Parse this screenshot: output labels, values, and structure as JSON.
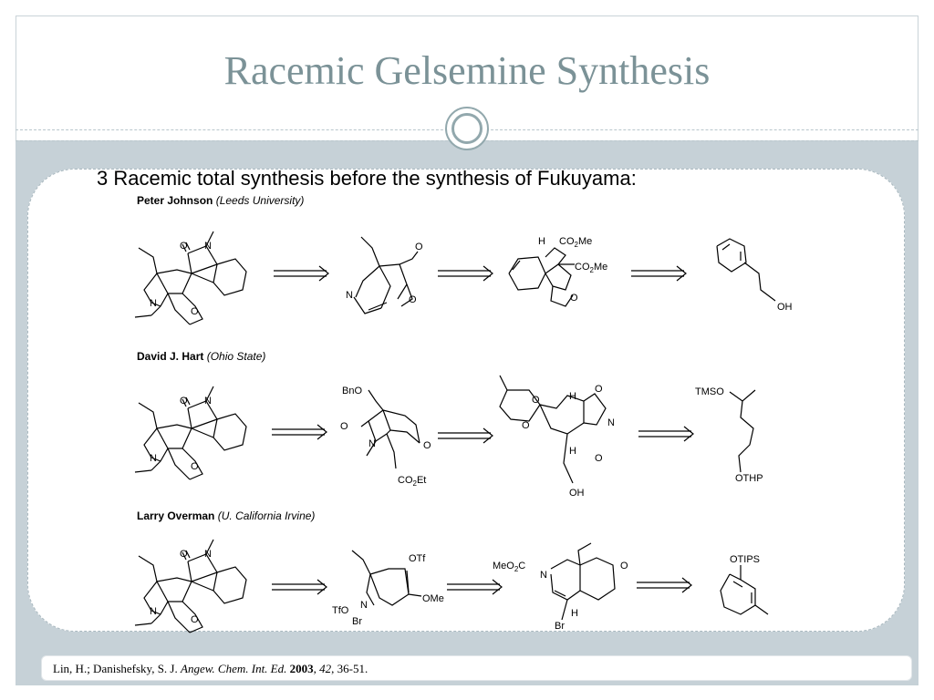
{
  "slide": {
    "title": "Racemic Gelsemine Synthesis",
    "heading": "3 Racemic total synthesis before the synthesis of Fukuyama:"
  },
  "groups": [
    {
      "author": "Peter Johnson",
      "affiliation": "(Leeds University)"
    },
    {
      "author": "David J. Hart",
      "affiliation": "(Ohio State)"
    },
    {
      "author": "Larry Overman",
      "affiliation": "(U. California Irvine)"
    }
  ],
  "atoms": {
    "n": "N",
    "o": "O",
    "h": "H",
    "co2me_a": "CO",
    "co2me_b": "2",
    "co2me_c": "Me",
    "oh": "OH",
    "bno": "BnO",
    "co2et_a": "CO",
    "co2et_b": "2",
    "co2et_c": "Et",
    "tmso": "TMSO",
    "othp": "OTHP",
    "otf": "OTf",
    "tfo": "TfO",
    "ome": "OMe",
    "br": "Br",
    "meo2c_a": "MeO",
    "meo2c_b": "2",
    "meo2c_c": "C",
    "otips": "OTIPS"
  },
  "footer": {
    "authors": "Lin, H.; Danishefsky, S. J.",
    "journal": "Angew. Chem. Int. Ed.",
    "year": "2003",
    "volume": "42",
    "pages": ", 36-51."
  },
  "colors": {
    "title": "#7b9297",
    "band": "#c6d1d7",
    "ring": "#92a8ad"
  }
}
